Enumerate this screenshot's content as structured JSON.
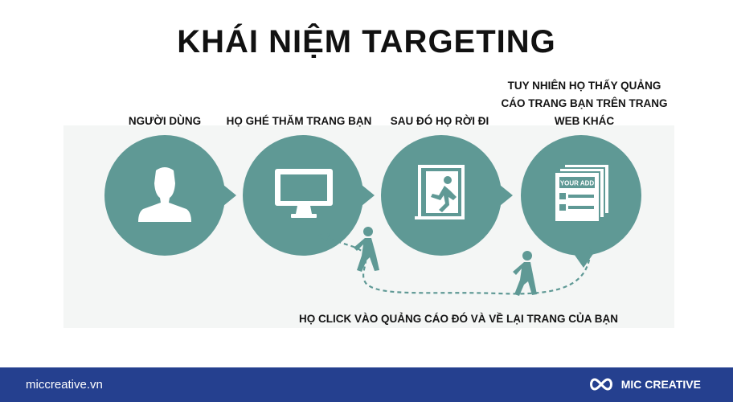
{
  "title": "KHÁI NIỆM TARGETING",
  "steps": [
    {
      "label": "NGƯỜI DÙNG",
      "icon": "user-silhouette-icon"
    },
    {
      "label": "HỌ GHÉ THĂM TRANG BẠN",
      "icon": "monitor-icon"
    },
    {
      "label": "SAU ĐÓ HỌ RỜI ĐI",
      "icon": "exit-door-icon"
    },
    {
      "label_lines": [
        "TUY NHIÊN HỌ THẤY QUẢNG",
        "CÁO TRANG BẠN TRÊN TRANG",
        "WEB KHÁC"
      ],
      "icon": "ad-pages-icon",
      "icon_text": "YOUR ADD"
    }
  ],
  "return_caption": "HỌ CLICK VÀO QUẢNG CÁO ĐÓ VÀ VỀ LẠI TRANG CỦA BẠN",
  "footer": {
    "site": "miccreative.vn",
    "brand": "MIC CREATIVE"
  },
  "colors": {
    "circle": "#5f9995",
    "footer": "#25408f",
    "panel": "#f4f6f5"
  }
}
